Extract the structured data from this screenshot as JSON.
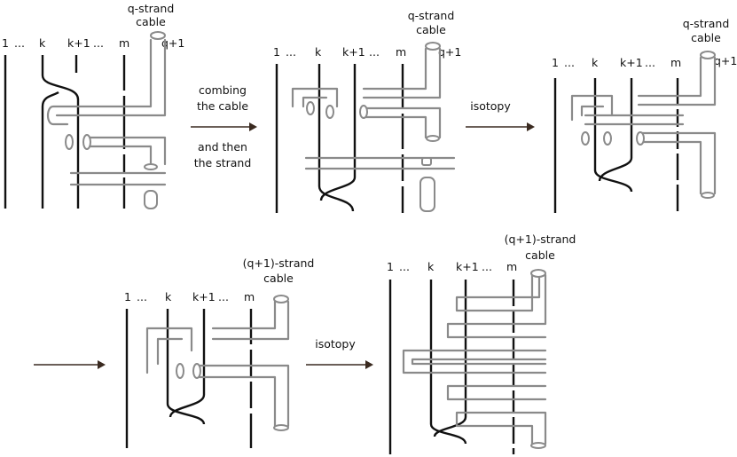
{
  "panels": [
    {
      "id": "p1",
      "strand_labels": {
        "one": "1",
        "dots1": "...",
        "k": "k",
        "k1": "k+1",
        "dots2": "...",
        "m": "m",
        "q1": "q+1"
      },
      "cable_label": [
        "q-strand",
        "cable"
      ]
    },
    {
      "id": "p2",
      "strand_labels": {
        "one": "1",
        "dots1": "...",
        "k": "k",
        "k1": "k+1",
        "dots2": "...",
        "m": "m",
        "q1": "q+1"
      },
      "cable_label": [
        "q-strand",
        "cable"
      ]
    },
    {
      "id": "p3",
      "strand_labels": {
        "one": "1",
        "dots1": "...",
        "k": "k",
        "k1": "k+1",
        "dots2": "...",
        "m": "m",
        "q1": "q+1"
      },
      "cable_label": [
        "q-strand",
        "cable"
      ]
    },
    {
      "id": "p4",
      "strand_labels": {
        "one": "1",
        "dots1": "...",
        "k": "k",
        "k1": "k+1",
        "dots2": "...",
        "m": "m"
      },
      "cable_label": [
        "(q+1)-strand",
        "cable"
      ]
    },
    {
      "id": "p5",
      "strand_labels": {
        "one": "1",
        "dots1": "...",
        "k": "k",
        "k1": "k+1",
        "dots2": "...",
        "m": "m"
      },
      "cable_label": [
        "(q+1)-strand",
        "cable"
      ]
    }
  ],
  "arrows": [
    {
      "id": "a1",
      "label_lines": [
        "combing",
        "the cable",
        "and then",
        "the strand"
      ]
    },
    {
      "id": "a2",
      "label_lines": [
        "isotopy"
      ]
    },
    {
      "id": "a3",
      "label_lines": []
    },
    {
      "id": "a4",
      "label_lines": [
        "isotopy"
      ]
    }
  ],
  "colors": {
    "strand": "#111111",
    "cable": "#8a8a8a",
    "arrow": "#3a2a20"
  }
}
